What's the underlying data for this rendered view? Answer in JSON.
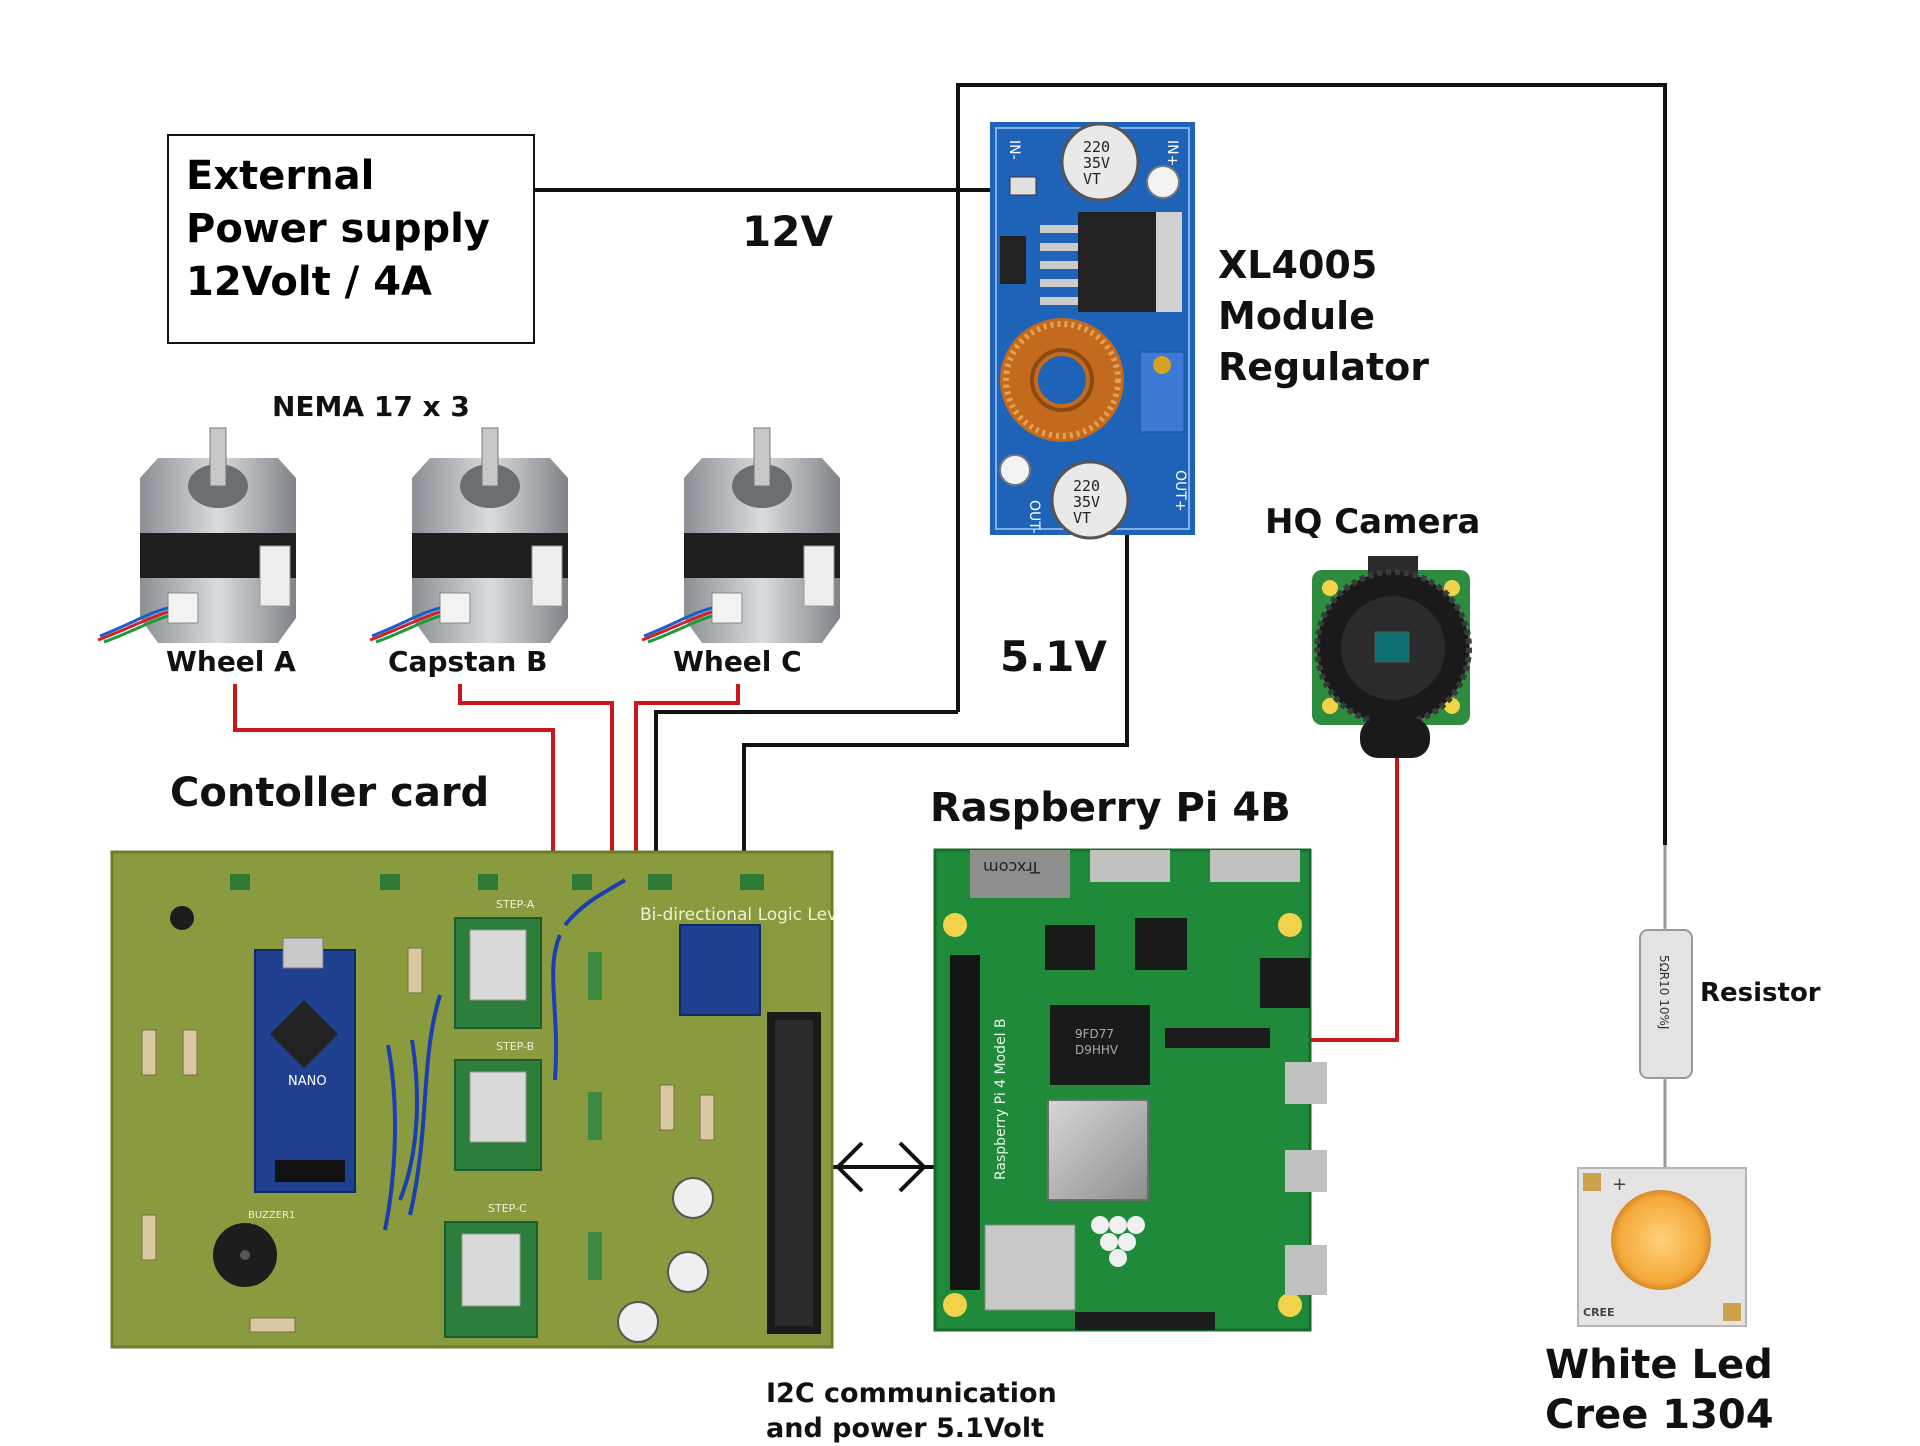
{
  "power_supply": {
    "line1": "External",
    "line2": "Power supply",
    "line3": "12Volt / 4A"
  },
  "voltage_12": "12V",
  "voltage_5": "5.1V",
  "regulator": {
    "line1": "XL4005",
    "line2": "Module",
    "line3": "Regulator",
    "cap_top": "220\n35V\nVT",
    "cap_bottom": "220\n35V\nVT",
    "pin_in_minus": "IN-",
    "pin_in_plus": "IN+",
    "pin_out_minus": "OUT-",
    "pin_out_plus": "OUT+"
  },
  "motors": {
    "title": "NEMA 17 x 3",
    "items": [
      {
        "label": "Wheel A"
      },
      {
        "label": "Capstan B"
      },
      {
        "label": "Wheel C"
      }
    ]
  },
  "controller": {
    "title": "Contoller card",
    "silkscreen_logic": "Bi-directional Logic Lev",
    "steps": [
      "STEP-A",
      "STEP-B",
      "STEP-C"
    ],
    "nano_label": "NANO",
    "buzzer_label": "BUZZER1"
  },
  "camera": {
    "title": "HQ Camera"
  },
  "raspberry": {
    "title": "Raspberry Pi 4B",
    "chip_label": "9FD77\nD9HHV",
    "brand": "Trxcom",
    "model_text": "Raspberry Pi 4 Model B"
  },
  "i2c": {
    "line1": "I2C communication",
    "line2": "and power 5.1Volt"
  },
  "resistor": {
    "label": "Resistor",
    "marking": "5ΩR10 10%J"
  },
  "led": {
    "line1": "White Led",
    "line2": "Cree 1304",
    "brand": "CREE"
  },
  "colors": {
    "wire_black": "#111111",
    "wire_red": "#c8161d",
    "pcb_green_ctrl": "#8a9a3e",
    "pcb_green_pi": "#1f8a3a",
    "regulator_blue": "#1f63b8"
  }
}
